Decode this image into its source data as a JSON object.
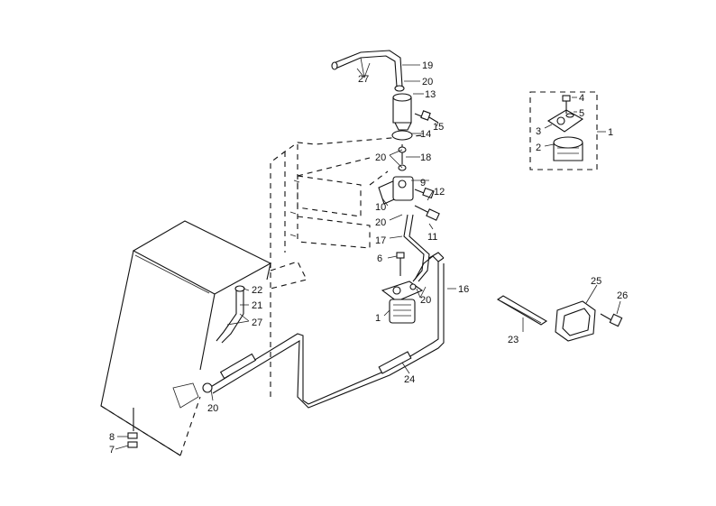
{
  "callouts": {
    "c1a": "1",
    "c1b": "1",
    "c2": "2",
    "c3": "3",
    "c4": "4",
    "c5": "5",
    "c6": "6",
    "c7": "7",
    "c8": "8",
    "c9": "9",
    "c10": "10",
    "c11": "11",
    "c12": "12",
    "c13": "13",
    "c14": "14",
    "c15": "15",
    "c16": "16",
    "c17": "17",
    "c18": "18",
    "c19": "19",
    "c20a": "20",
    "c20b": "20",
    "c20c": "20",
    "c20d": "20",
    "c20e": "20",
    "c21": "21",
    "c22": "22",
    "c23": "23",
    "c24": "24",
    "c25": "25",
    "c26": "26",
    "c27a": "27",
    "c27b": "27"
  }
}
